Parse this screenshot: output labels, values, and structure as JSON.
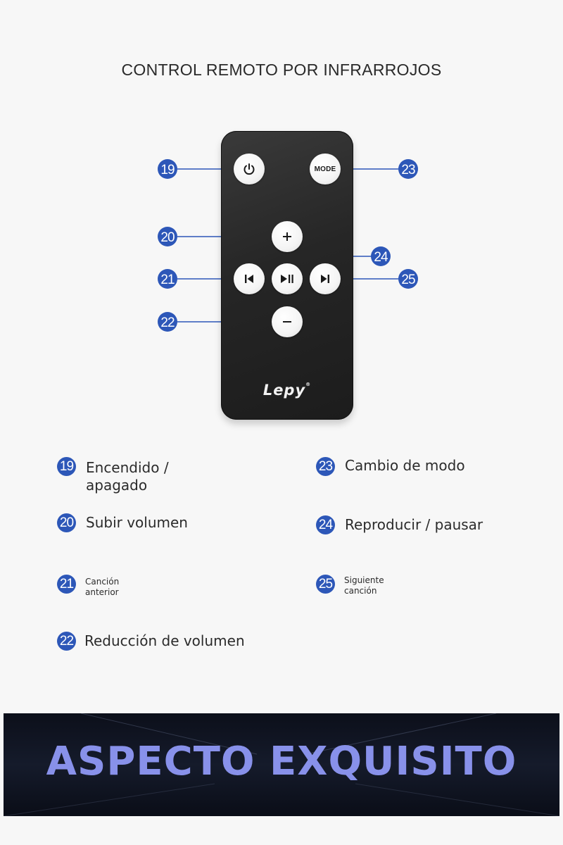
{
  "title": "CONTROL REMOTO POR INFRARROJOS",
  "remote": {
    "mode_label": "MODE",
    "brand": "Lepy",
    "brand_mark": "®"
  },
  "callouts": [
    "19",
    "20",
    "21",
    "22",
    "23",
    "24",
    "25"
  ],
  "legend": [
    {
      "num": "19",
      "label": "Encendido / apagado"
    },
    {
      "num": "20",
      "label": "Subir volumen"
    },
    {
      "num": "21",
      "label": "Canción anterior"
    },
    {
      "num": "22",
      "label": "Reducción de volumen"
    },
    {
      "num": "23",
      "label": "Cambio de modo"
    },
    {
      "num": "24",
      "label": "Reproducir / pausar"
    },
    {
      "num": "25",
      "label": "Siguiente canción"
    }
  ],
  "banner": {
    "text": "ASPECTO EXQUISITO"
  },
  "colors": {
    "badge": "#2d57b8",
    "leader_line": "#2d57b8",
    "remote_body": "#262626",
    "button": "#f4f4f4",
    "banner_bg": "#121725",
    "banner_text": "#8891ea",
    "background": "#f7f7f7"
  },
  "icons": [
    "power-icon",
    "plus-icon",
    "minus-icon",
    "previous-track-icon",
    "play-pause-icon",
    "next-track-icon"
  ]
}
